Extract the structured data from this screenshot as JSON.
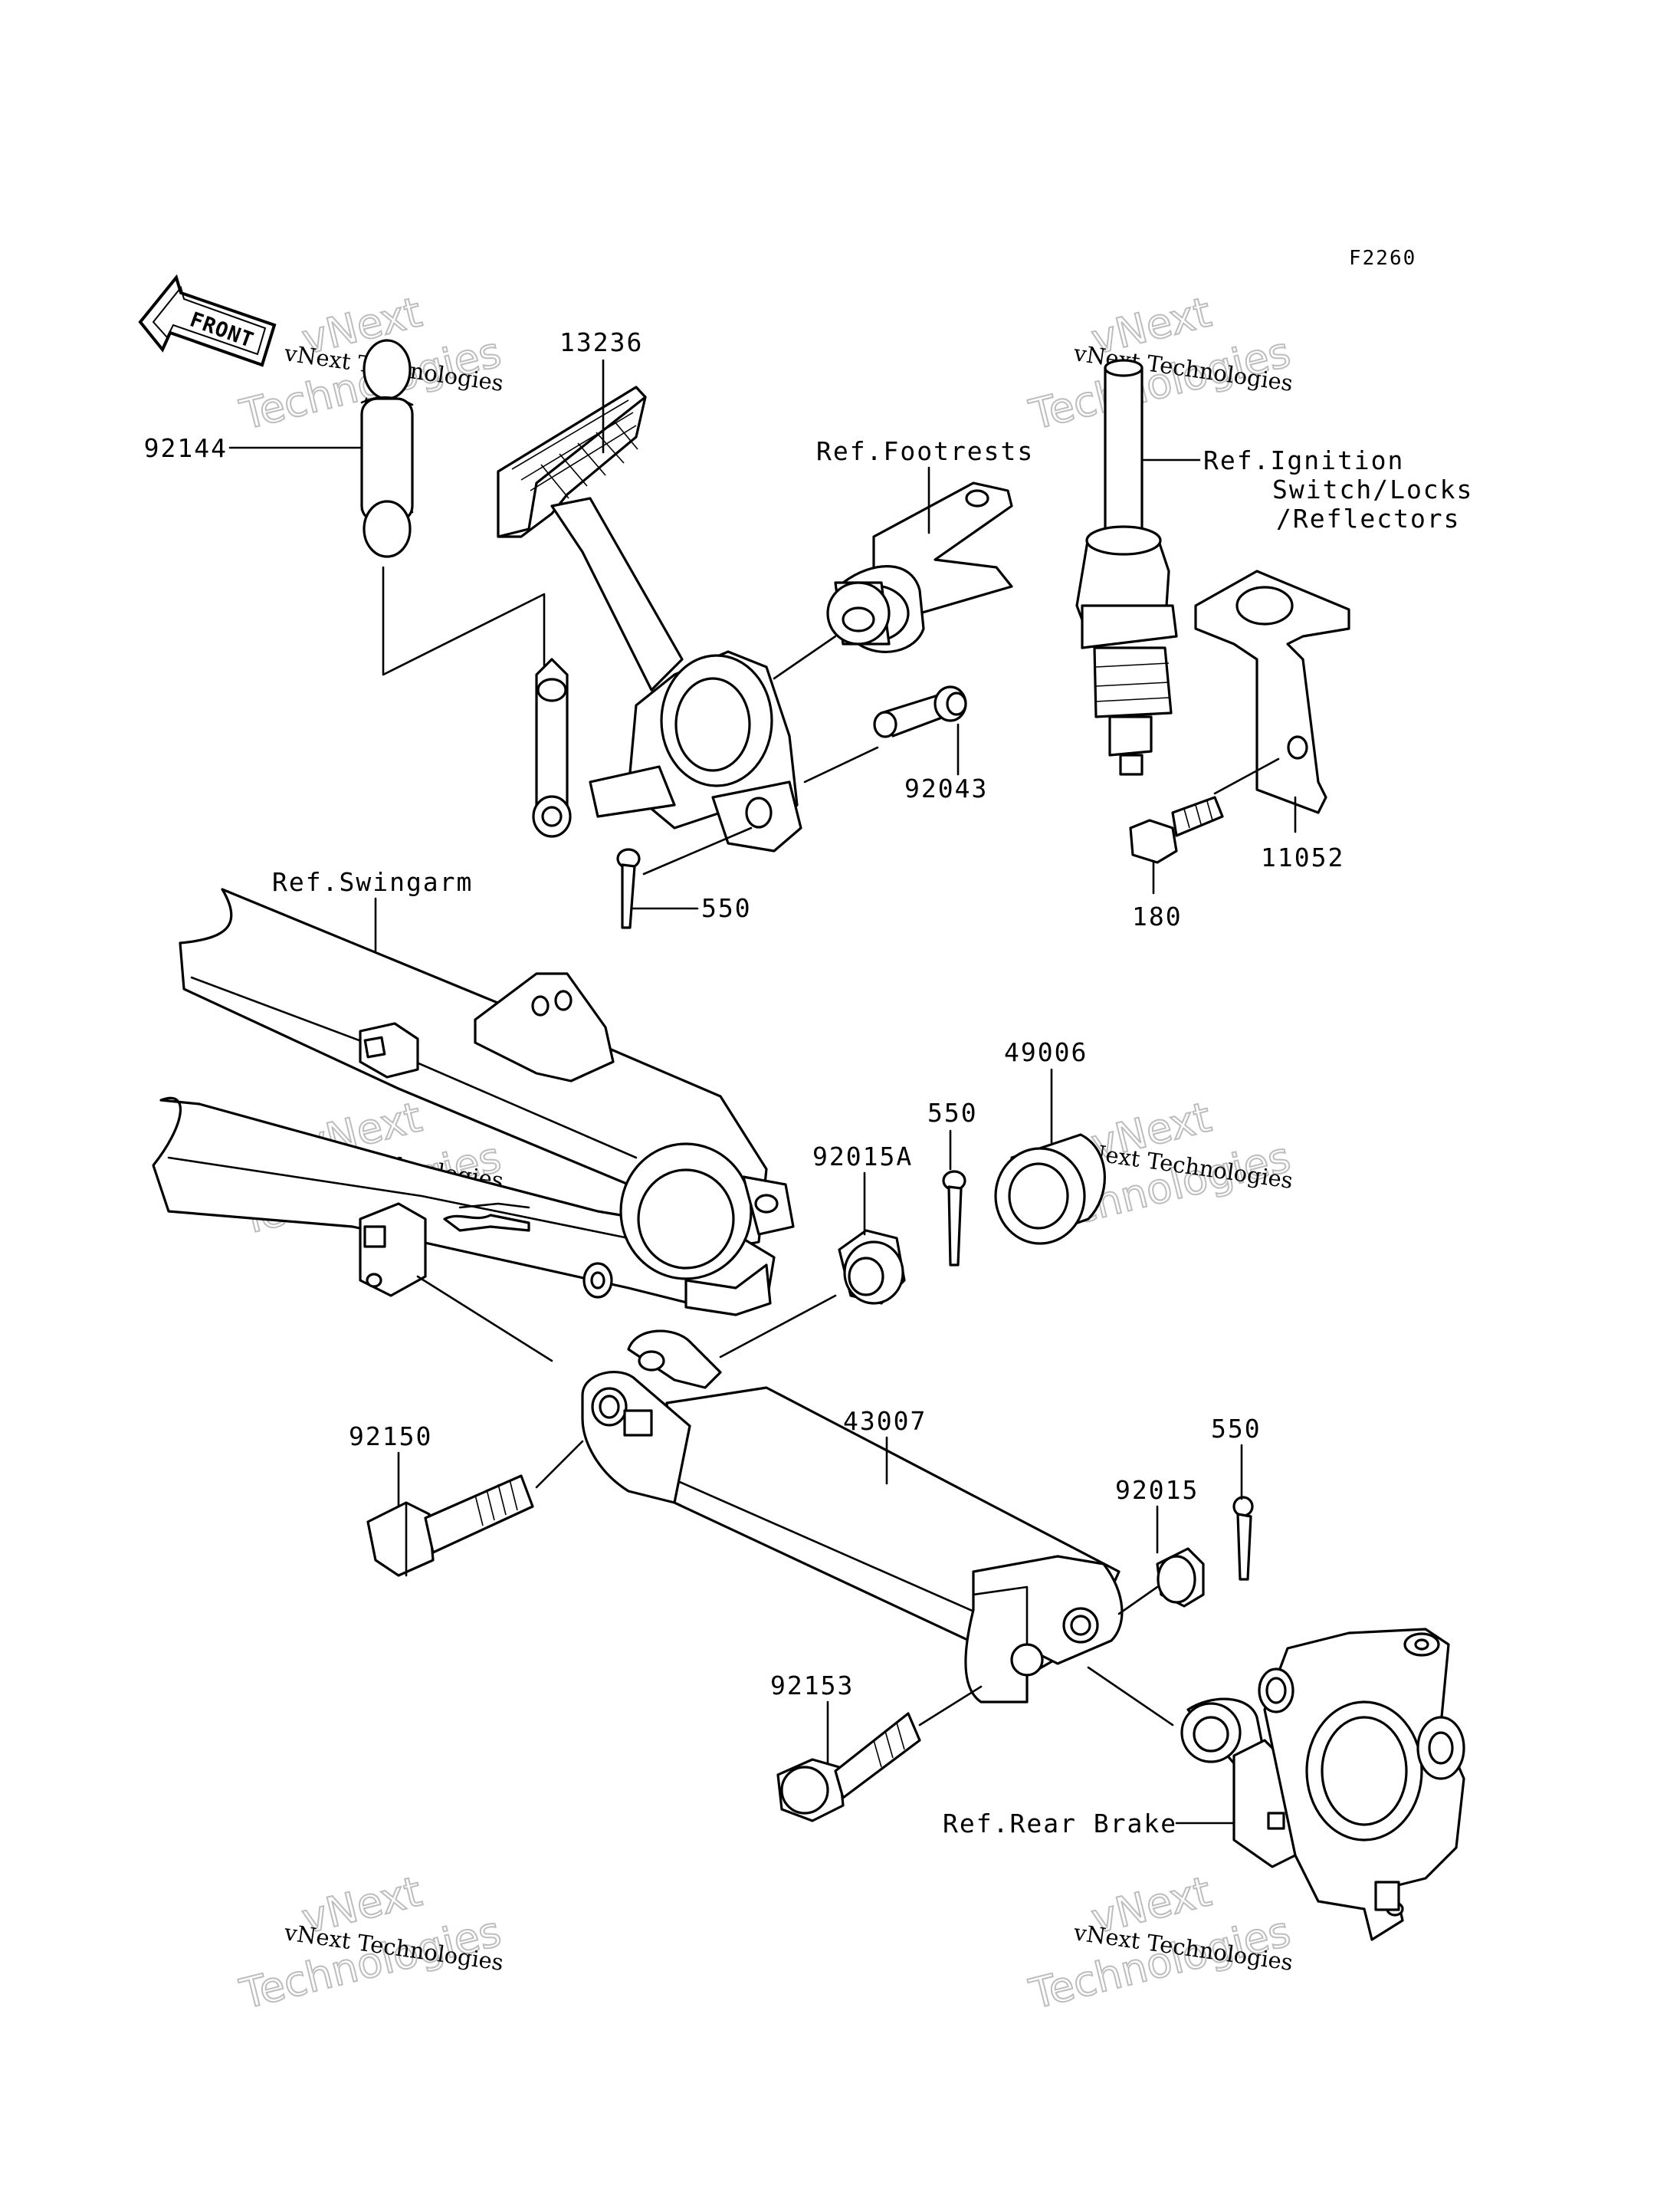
{
  "figure_code": "F2260",
  "front_indicator": "FRONT",
  "part_labels": {
    "p13236": "13236",
    "p92144": "92144",
    "ref_footrests": "Ref.Footrests",
    "ref_ignition_1": "Ref.Ignition",
    "ref_ignition_2": "Switch/Locks",
    "ref_ignition_3": "/Reflectors",
    "p92043": "92043",
    "p550_a": "550",
    "p11052": "11052",
    "p180": "180",
    "ref_swingarm": "Ref.Swingarm",
    "p49006": "49006",
    "p550_b": "550",
    "p92015A": "92015A",
    "p43007": "43007",
    "p92150": "92150",
    "p550_c": "550",
    "p92015": "92015",
    "p92153": "92153",
    "ref_rear_brake": "Ref.Rear Brake"
  },
  "watermark": {
    "company": "vNext Technologies",
    "line1": "vNext",
    "line2": "Technologies"
  }
}
